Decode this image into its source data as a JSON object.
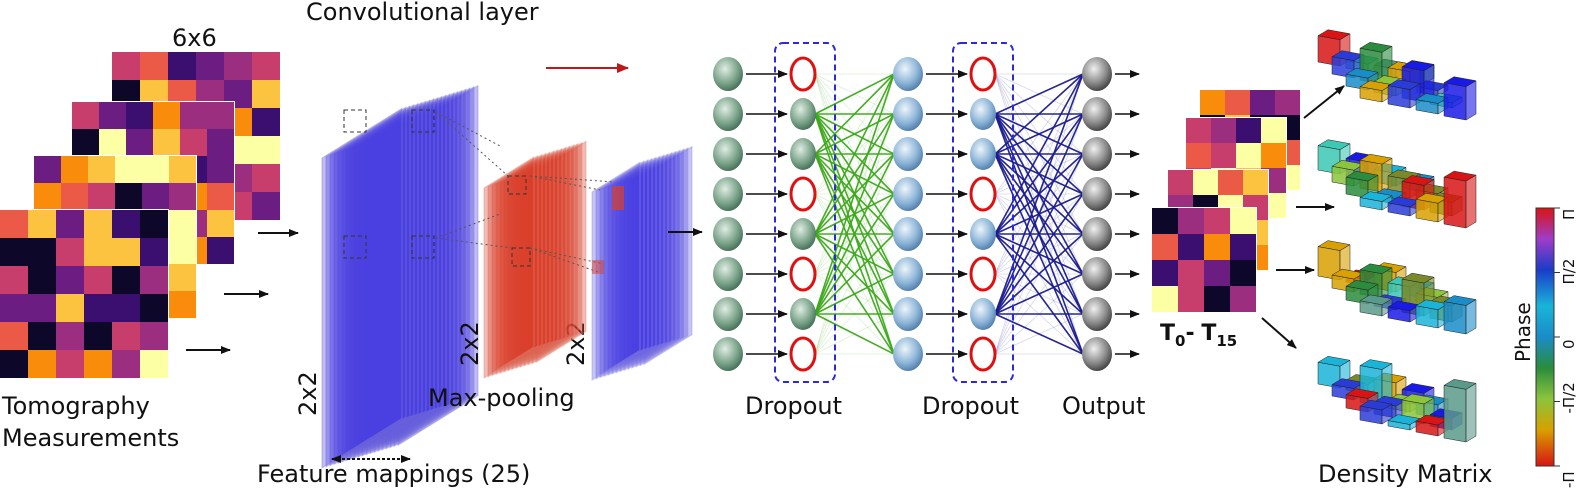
{
  "labels": {
    "grid_size": "6x6",
    "tomography": [
      "Tomography",
      "Measurements"
    ],
    "conv_layer": "Convolutional layer",
    "kernel_a": "2x2",
    "kernel_b": "2x2",
    "kernel_c": "2x2",
    "max_pooling": "Max-pooling",
    "feature_maps": "Feature mappings (25)",
    "dropout_1": "Dropout",
    "dropout_2": "Dropout",
    "output": "Output",
    "t_start": "T",
    "t_start_sub": "0",
    "t_dash": "-",
    "t_end": "T",
    "t_end_sub": "15",
    "density_matrix": "Density Matrix",
    "colorbar_title": "Phase",
    "colorbar_ticks": [
      "-Π",
      "-Π/2",
      "0",
      "Π/2",
      "Π"
    ]
  },
  "colors": {
    "conv_blue": "#4a3fe0",
    "pool_red": "#d9402a",
    "net_green": "#3ca81a",
    "net_navy": "#1a1a8c",
    "dropout_ring": "#e01010",
    "dropout_box": "#2a2ad8",
    "arrow_red": "#c01818",
    "colorbar": [
      "#d81414",
      "#d8a000",
      "#8cc43c",
      "#2a8c3c",
      "#1a8cc8",
      "#1ab4d8",
      "#1a3cc8",
      "#a03cc8",
      "#d81414"
    ]
  },
  "network": {
    "input_nodes": 8,
    "dropout1_nodes": 8,
    "dropout1_dropped": [
      0,
      3,
      5,
      7
    ],
    "hidden_nodes": 8,
    "dropout2_nodes": 8,
    "dropout2_dropped": [
      0,
      3,
      5,
      7
    ],
    "output_nodes": 8
  }
}
